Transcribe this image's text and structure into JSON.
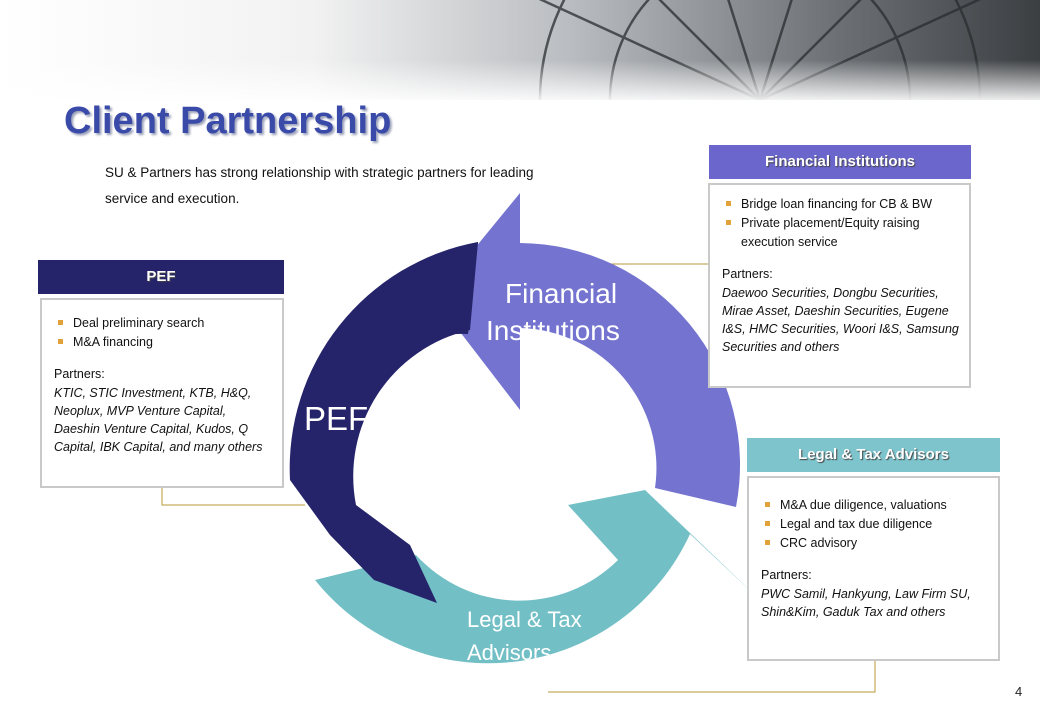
{
  "title": "Client Partnership",
  "subtitle": "SU & Partners has strong relationship with strategic partners for leading service and execution.",
  "page_number": "4",
  "colors": {
    "pef": "#25246a",
    "financial": "#7474d0",
    "legal": "#72bfc6",
    "fi_header": "#6a66cc",
    "legal_header": "#7ec4cc",
    "bullet": "#e2a23a",
    "title": "#3a4aa8"
  },
  "cycle_labels": {
    "pef": "PEF",
    "financial_line1": "Financial",
    "financial_line2": "Institutions",
    "legal_line1": "Legal & Tax",
    "legal_line2": "Advisors"
  },
  "panels": {
    "pef": {
      "header": "PEF",
      "bullets": [
        "Deal preliminary search",
        "M&A financing"
      ],
      "partners_label": "Partners:",
      "partners": "KTIC, STIC Investment, KTB, H&Q, Neoplux, MVP Venture Capital, Daeshin Venture Capital, Kudos, Q Capital, IBK Capital, and many others"
    },
    "financial": {
      "header": "Financial Institutions",
      "bullets": [
        "Bridge loan financing for CB & BW",
        "Private placement/Equity raising execution service"
      ],
      "partners_label": "Partners:",
      "partners": "Daewoo Securities, Dongbu Securities, Mirae Asset, Daeshin Securities, Eugene I&S, HMC Securities, Woori I&S, Samsung Securities and others"
    },
    "legal": {
      "header": "Legal & Tax Advisors",
      "bullets": [
        "M&A due diligence, valuations",
        "Legal and tax due diligence",
        "CRC advisory"
      ],
      "partners_label": "Partners:",
      "partners": "PWC Samil, Hankyung, Law Firm SU, Shin&Kim, Gaduk Tax and others"
    }
  }
}
